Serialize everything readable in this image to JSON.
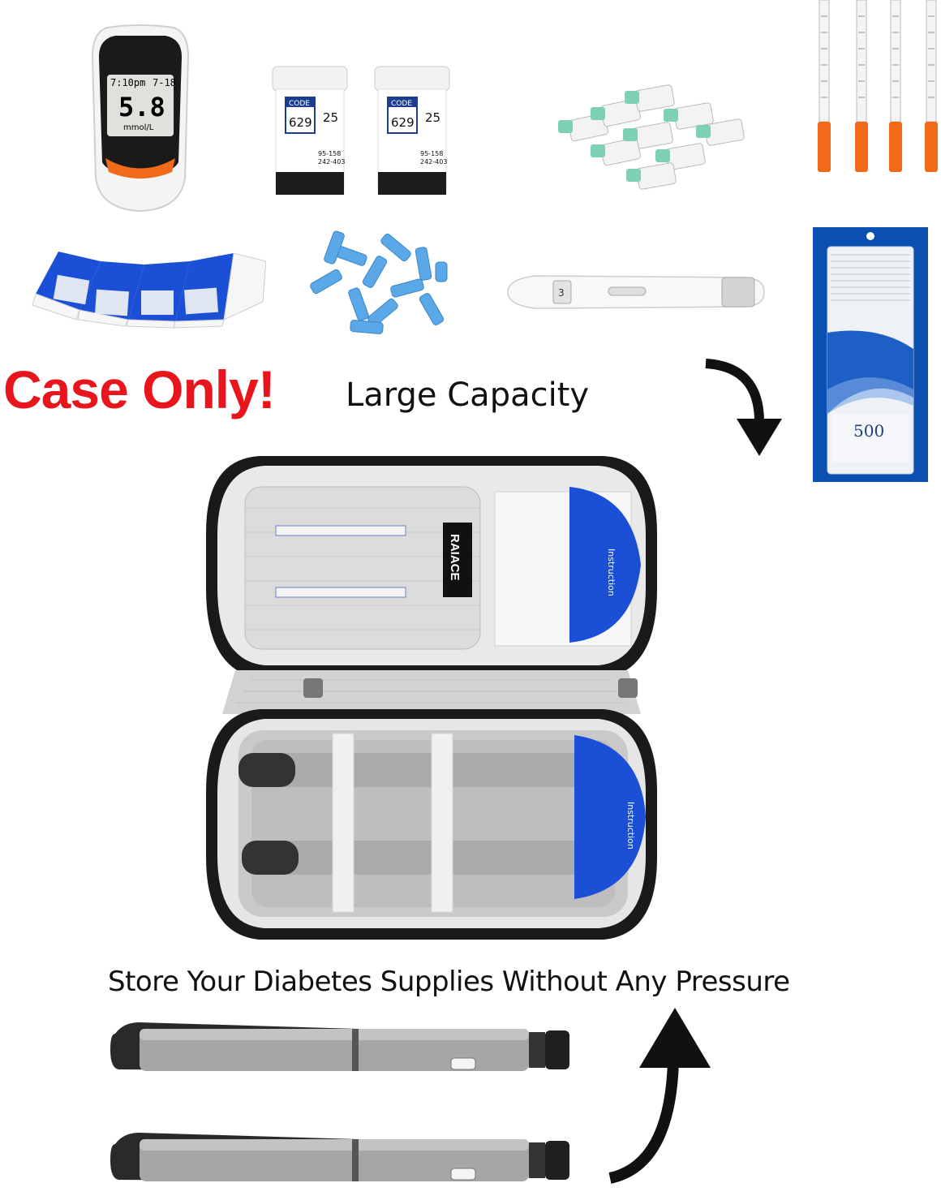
{
  "headline": {
    "case_only": "Case Only!",
    "capacity": "Large Capacity",
    "store": "Store Your Diabetes Supplies Without Any Pressure"
  },
  "meter": {
    "time": "7:10pm",
    "date": "7-18",
    "reading": "5.8",
    "unit": "mmol/L"
  },
  "strip_bottles": [
    {
      "code_label": "CODE",
      "code": "629",
      "count": "25",
      "range1": "95-158",
      "range2": "242-403"
    },
    {
      "code_label": "CODE",
      "code": "629",
      "count": "25",
      "range1": "95-158",
      "range2": "242-403"
    }
  ],
  "lancing_device": {
    "depth": "3"
  },
  "swab_package": {
    "count": "500"
  },
  "case": {
    "brand": "RAIACE",
    "card_label": "Instruction"
  },
  "colors": {
    "headline_red": "#e8161c",
    "case_blue": "#1b4fd6",
    "swab_blue": "#0b4fb0",
    "orange_cap": "#f06a1a",
    "green_needle": "#7fd1b5",
    "lancet_blue": "#5aa8e8"
  }
}
